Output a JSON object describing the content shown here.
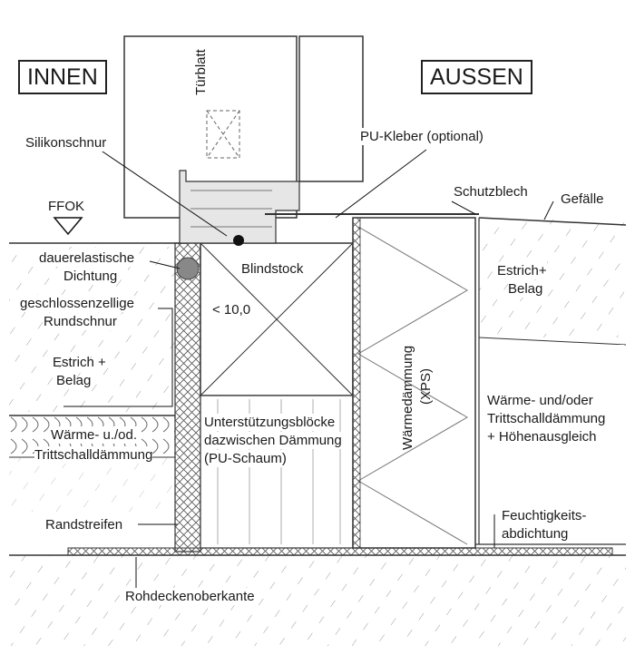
{
  "labels": {
    "innen": "INNEN",
    "aussen": "AUSSEN",
    "tuerblatt": "Türblatt",
    "silikonschnur": "Silikonschnur",
    "pu_kleber": "PU-Kleber (optional)",
    "ffok": "FFOK",
    "schutzblech": "Schutzblech",
    "gefaelle": "Gefälle",
    "dauerelastische_1": "dauerelastische",
    "dauerelastische_2": "Dichtung",
    "blindstock": "Blindstock",
    "estrich_aussen_1": "Estrich+",
    "estrich_aussen_2": "Belag",
    "geschlossen_1": "geschlossenzellige",
    "geschlossen_2": "Rundschnur",
    "kleiner_10": "< 10,0",
    "estrich_innen_1": "Estrich +",
    "estrich_innen_2": "Belag",
    "waermedaemmung": "Wärmedämmung",
    "xps": "(XPS)",
    "waerme_aussen_1": "Wärme- und/oder",
    "waerme_aussen_2": "Trittschalldämmung",
    "waerme_aussen_3": "+ Höhenausgleich",
    "waerme_innen_1": "Wärme- u./od.",
    "waerme_innen_2": "Trittschalldämmung",
    "unterstuetzung_1": "Unterstützungsblöcke",
    "unterstuetzung_2": "dazwischen Dämmung",
    "unterstuetzung_3": "(PU-Schaum)",
    "randstreifen": "Randstreifen",
    "feuchtigkeit_1": "Feuchtigkeits-",
    "feuchtigkeit_2": "abdichtung",
    "rohdecke": "Rohdeckenoberkante"
  }
}
